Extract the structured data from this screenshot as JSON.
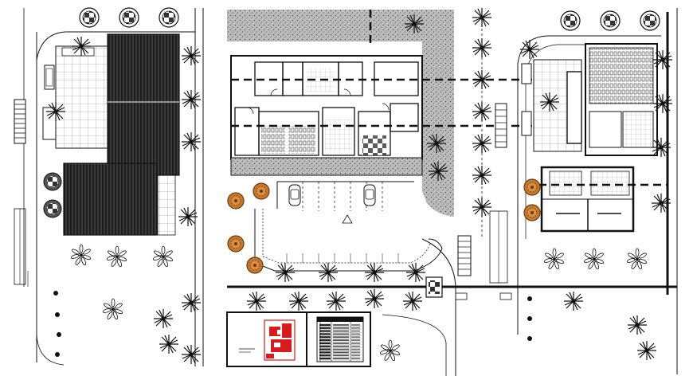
{
  "drawing": {
    "legend_rows": 12,
    "tree_glyph": "asterisk-tree",
    "shrub_glyph": "round-shrub",
    "colors": {
      "line": "#111111",
      "roof_fill": "#2a2a2a",
      "hatch": "#888888",
      "shrub": "#c8782c",
      "location_plan": "#d61c1c",
      "background": "#ffffff"
    }
  }
}
